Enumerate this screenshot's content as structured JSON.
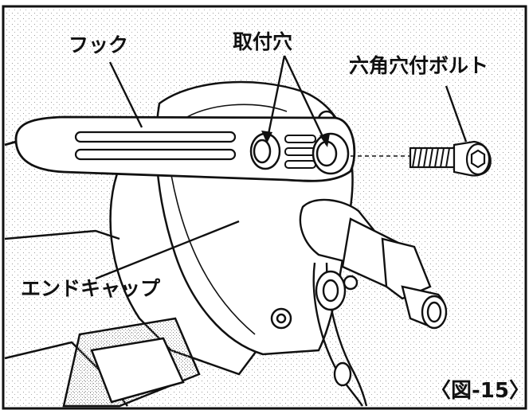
{
  "labels": {
    "hook": "フック",
    "mount_holes": "取付穴",
    "hex_socket_bolt": "六角穴付ボルト",
    "end_cap": "エンドキャップ",
    "figure_number": "〈図-15〉"
  },
  "colors": {
    "line": "#111111",
    "background": "#ffffff",
    "stipple": "#9a9a9a"
  }
}
